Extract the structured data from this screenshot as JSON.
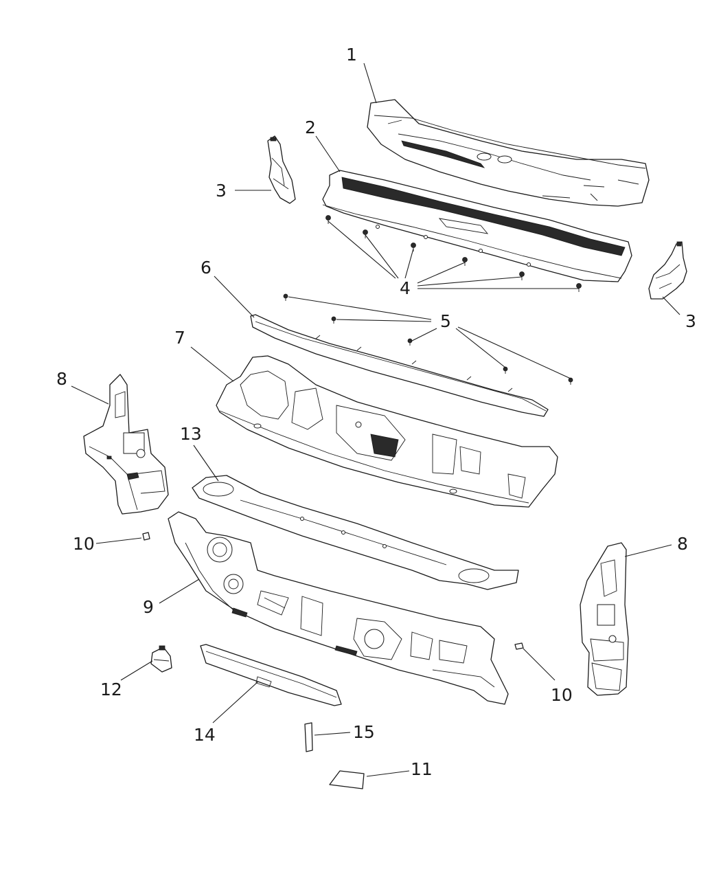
{
  "callouts": [
    {
      "id": "1",
      "label": "1"
    },
    {
      "id": "2",
      "label": "2"
    },
    {
      "id": "3a",
      "label": "3"
    },
    {
      "id": "3b",
      "label": "3"
    },
    {
      "id": "4",
      "label": "4"
    },
    {
      "id": "5",
      "label": "5"
    },
    {
      "id": "6",
      "label": "6"
    },
    {
      "id": "7",
      "label": "7"
    },
    {
      "id": "8a",
      "label": "8"
    },
    {
      "id": "8b",
      "label": "8"
    },
    {
      "id": "9",
      "label": "9"
    },
    {
      "id": "10a",
      "label": "10"
    },
    {
      "id": "10b",
      "label": "10"
    },
    {
      "id": "11",
      "label": "11"
    },
    {
      "id": "12",
      "label": "12"
    },
    {
      "id": "13",
      "label": "13"
    },
    {
      "id": "14",
      "label": "14"
    },
    {
      "id": "15",
      "label": "15"
    }
  ]
}
